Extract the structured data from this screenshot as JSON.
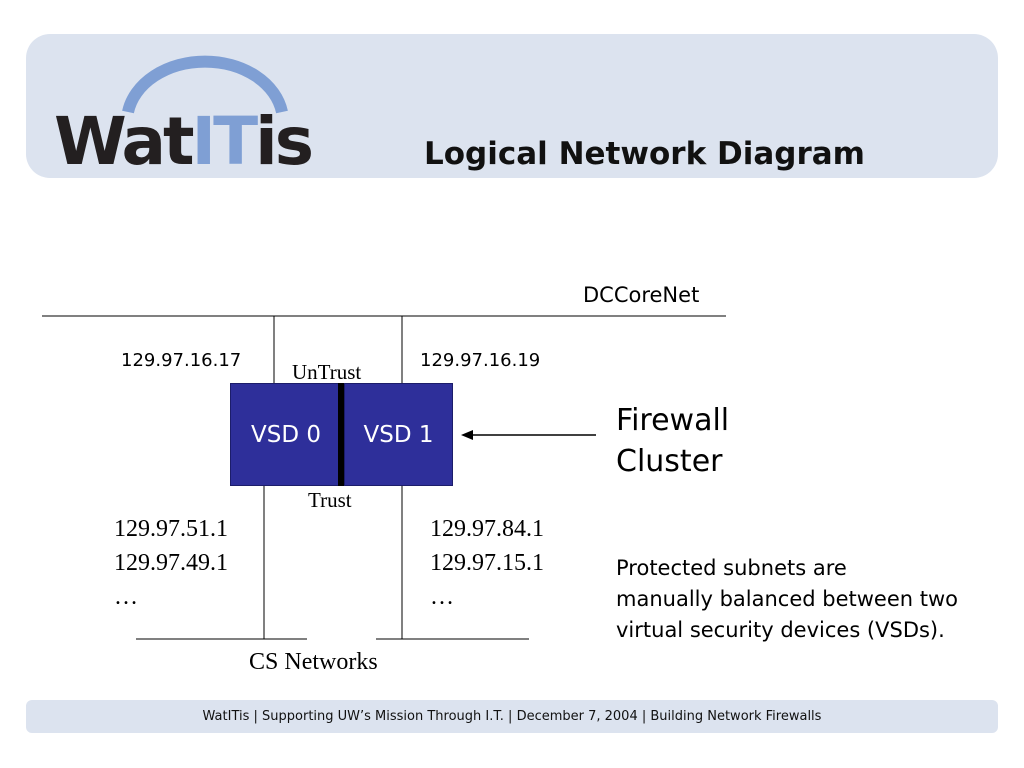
{
  "header": {
    "logo_text": "WatITis",
    "title": "Logical Network Diagram"
  },
  "diagram": {
    "core_network_label": "DCCoreNet",
    "ip_left_top": "129.97.16.17",
    "ip_right_top": "129.97.16.19",
    "untrust_label": "UnTrust",
    "trust_label": "Trust",
    "vsd0_label": "VSD 0",
    "vsd1_label": "VSD 1",
    "firewall_label_line1": "Firewall",
    "firewall_label_line2": "Cluster",
    "left_subnets": [
      "129.97.51.1",
      "129.97.49.1",
      "…"
    ],
    "right_subnets": [
      "129.97.84.1",
      "129.97.15.1",
      "…"
    ],
    "cs_networks_label": "CS Networks",
    "note_lines": [
      "Protected subnets are",
      "manually balanced between two",
      "virtual security devices (VSDs)."
    ]
  },
  "footer": {
    "text": "WatITis | Supporting UW’s Mission Through I.T. | December 7, 2004 | Building Network Firewalls"
  },
  "colors": {
    "header_bg": "#dce3ef",
    "vsd_fill": "#2e2f9a",
    "logo_dark": "#231f20",
    "logo_blue": "#7f9fd4"
  }
}
